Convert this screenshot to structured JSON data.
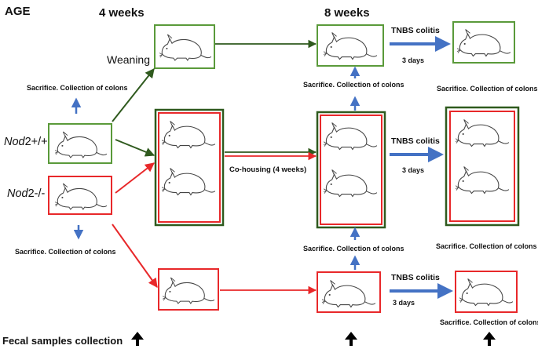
{
  "header": {
    "age": "AGE",
    "week4": "4 weeks",
    "week8": "8 weeks"
  },
  "labels": {
    "weaning": "Weaning",
    "cohousing": "Co-housing (4 weeks)",
    "tnbs": "TNBS colitis",
    "days": "3 days",
    "sacrifice": "Sacrifice. Collection of colons",
    "fecal": "Fecal samples collection"
  },
  "genotypes": {
    "wt_gene": "Nod",
    "wt_suffix": "2+/+",
    "ko_gene": "Nod",
    "ko_suffix": "2-/-"
  },
  "colors": {
    "wildtype": "#5a9a3a",
    "knockout": "#e8282a",
    "cohoused_outer": "#2f5a1e",
    "green_arrow": "#2f5a1e",
    "blue_arrow": "#4472c4",
    "black": "#000000"
  },
  "icons": [
    "mouse-icon",
    "black-up-arrow-icon"
  ]
}
